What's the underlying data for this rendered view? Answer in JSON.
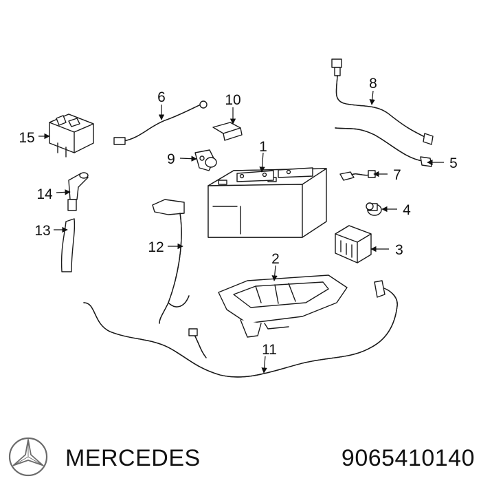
{
  "callouts": [
    "1",
    "2",
    "3",
    "4",
    "5",
    "6",
    "7",
    "8",
    "9",
    "10",
    "11",
    "12",
    "13",
    "14",
    "15"
  ],
  "footer": {
    "brand": "MERCEDES",
    "part_number": "9065410140"
  },
  "colors": {
    "line": "#1a1a1a",
    "background": "#ffffff"
  },
  "icons": [
    "mercedes-star-logo-icon"
  ]
}
